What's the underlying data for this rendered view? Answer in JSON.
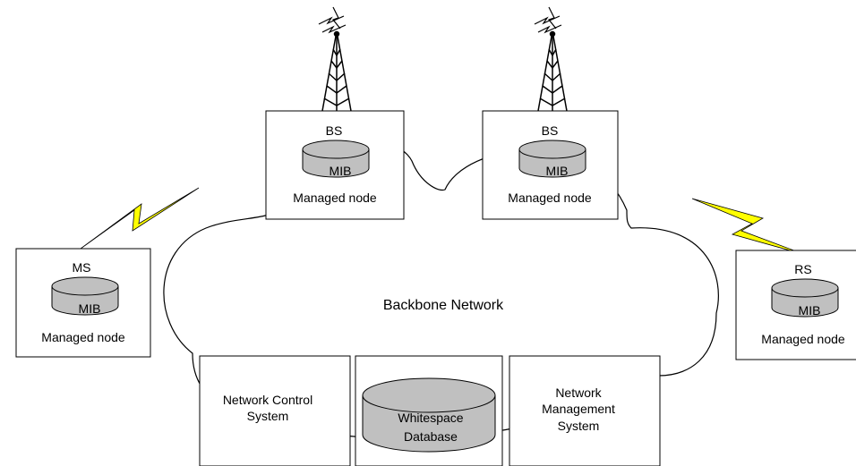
{
  "cloud": {
    "label": "Backbone Network"
  },
  "nodes": {
    "bs_left": {
      "title": "BS",
      "db_label": "MIB",
      "caption": "Managed node"
    },
    "bs_right": {
      "title": "BS",
      "db_label": "MIB",
      "caption": "Managed node"
    },
    "ms": {
      "title": "MS",
      "db_label": "MIB",
      "caption": "Managed node"
    },
    "rs": {
      "title": "RS",
      "db_label": "MIB",
      "caption": "Managed node"
    }
  },
  "systems": {
    "network_control": {
      "line1": "Network Control",
      "line2": "System"
    },
    "whitespace_db": {
      "line1": "Whitespace",
      "line2": "Database"
    },
    "network_management": {
      "line1": "Network",
      "line2": "Management",
      "line3": "System"
    }
  },
  "colors": {
    "db_fill": "#c0c0c0",
    "lightning": "#ffff00",
    "stroke": "#000000"
  }
}
